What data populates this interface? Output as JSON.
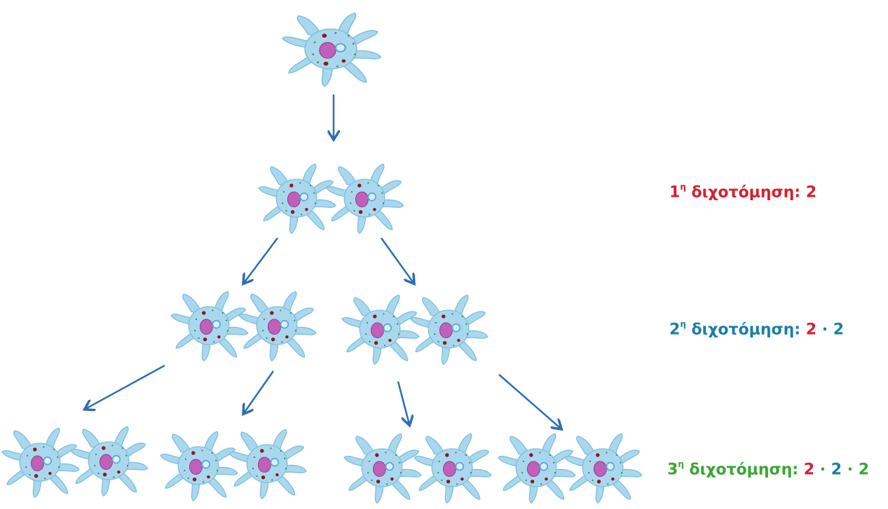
{
  "colors": {
    "cell_body": "#a9d8ee",
    "cell_edge": "#7fbfdc",
    "nucleus": "#c060b8",
    "vacuole": "#7ec8ec",
    "granule": "#8b1a1a",
    "dots": "#4a8a5a",
    "arrow": "#2f6db5",
    "red": "#d6202f",
    "blue": "#1a7fa6",
    "green": "#3aa536"
  },
  "labels": [
    {
      "ordinal": "1",
      "suffix": "η",
      "text": " διχοτόμηση: ",
      "color_key": "red",
      "formula": [
        {
          "t": "2",
          "c": "red"
        }
      ]
    },
    {
      "ordinal": "2",
      "suffix": "η",
      "text": " διχοτόμηση: ",
      "color_key": "blue",
      "formula": [
        {
          "t": "2",
          "c": "red"
        },
        {
          "t": " · ",
          "c": "blue"
        },
        {
          "t": "2",
          "c": "blue"
        }
      ]
    },
    {
      "ordinal": "3",
      "suffix": "η",
      "text": " διχοτόμηση: ",
      "color_key": "green",
      "formula": [
        {
          "t": "2",
          "c": "red"
        },
        {
          "t": " · ",
          "c": "green"
        },
        {
          "t": "2",
          "c": "blue"
        },
        {
          "t": " · ",
          "c": "green"
        },
        {
          "t": "2",
          "c": "green"
        }
      ]
    }
  ]
}
